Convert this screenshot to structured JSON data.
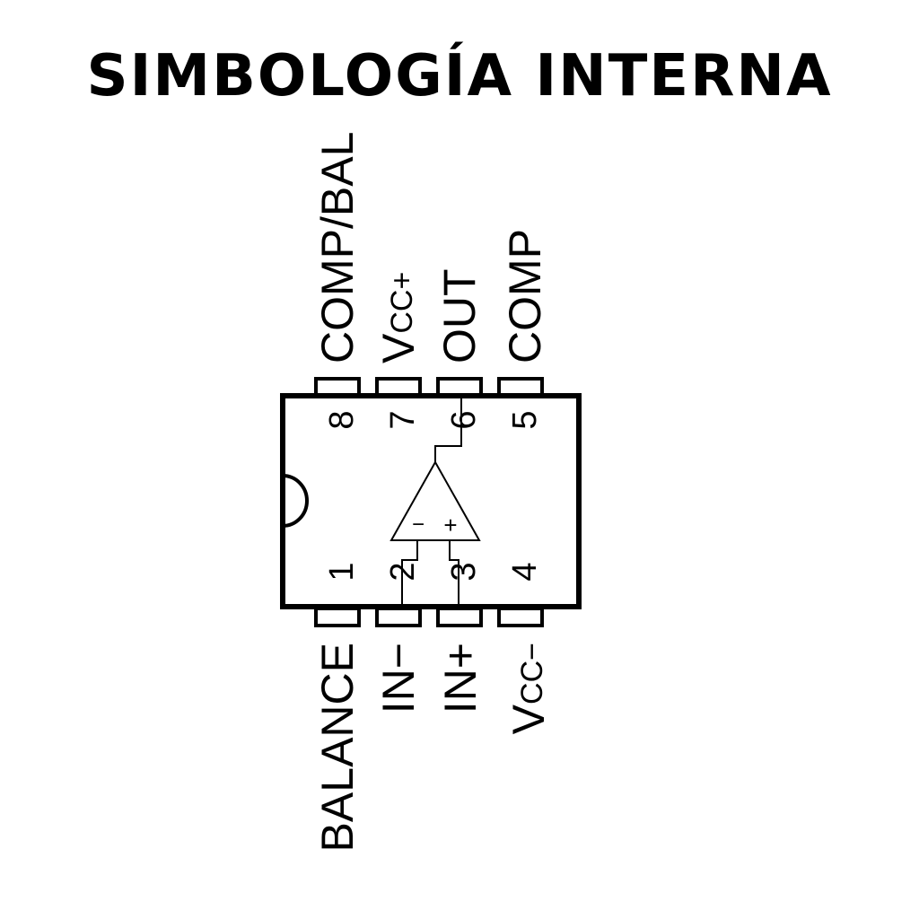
{
  "title": "SIMBOLOGÍA INTERNA",
  "package": {
    "type": "DIP-8",
    "top_pins": [
      {
        "number": "8",
        "label": "COMP/BAL"
      },
      {
        "number": "7",
        "label_main": "V",
        "label_sub": "CC+",
        "label": "VCC+"
      },
      {
        "number": "6",
        "label": "OUT"
      },
      {
        "number": "5",
        "label": "COMP"
      }
    ],
    "bottom_pins": [
      {
        "number": "1",
        "label": "BALANCE"
      },
      {
        "number": "2",
        "label": "IN−"
      },
      {
        "number": "3",
        "label": "IN+"
      },
      {
        "number": "4",
        "label_main": "V",
        "label_sub": "CC−",
        "label": "VCC−"
      }
    ],
    "opamp": {
      "inverting_symbol": "−",
      "noninverting_symbol": "+"
    }
  }
}
